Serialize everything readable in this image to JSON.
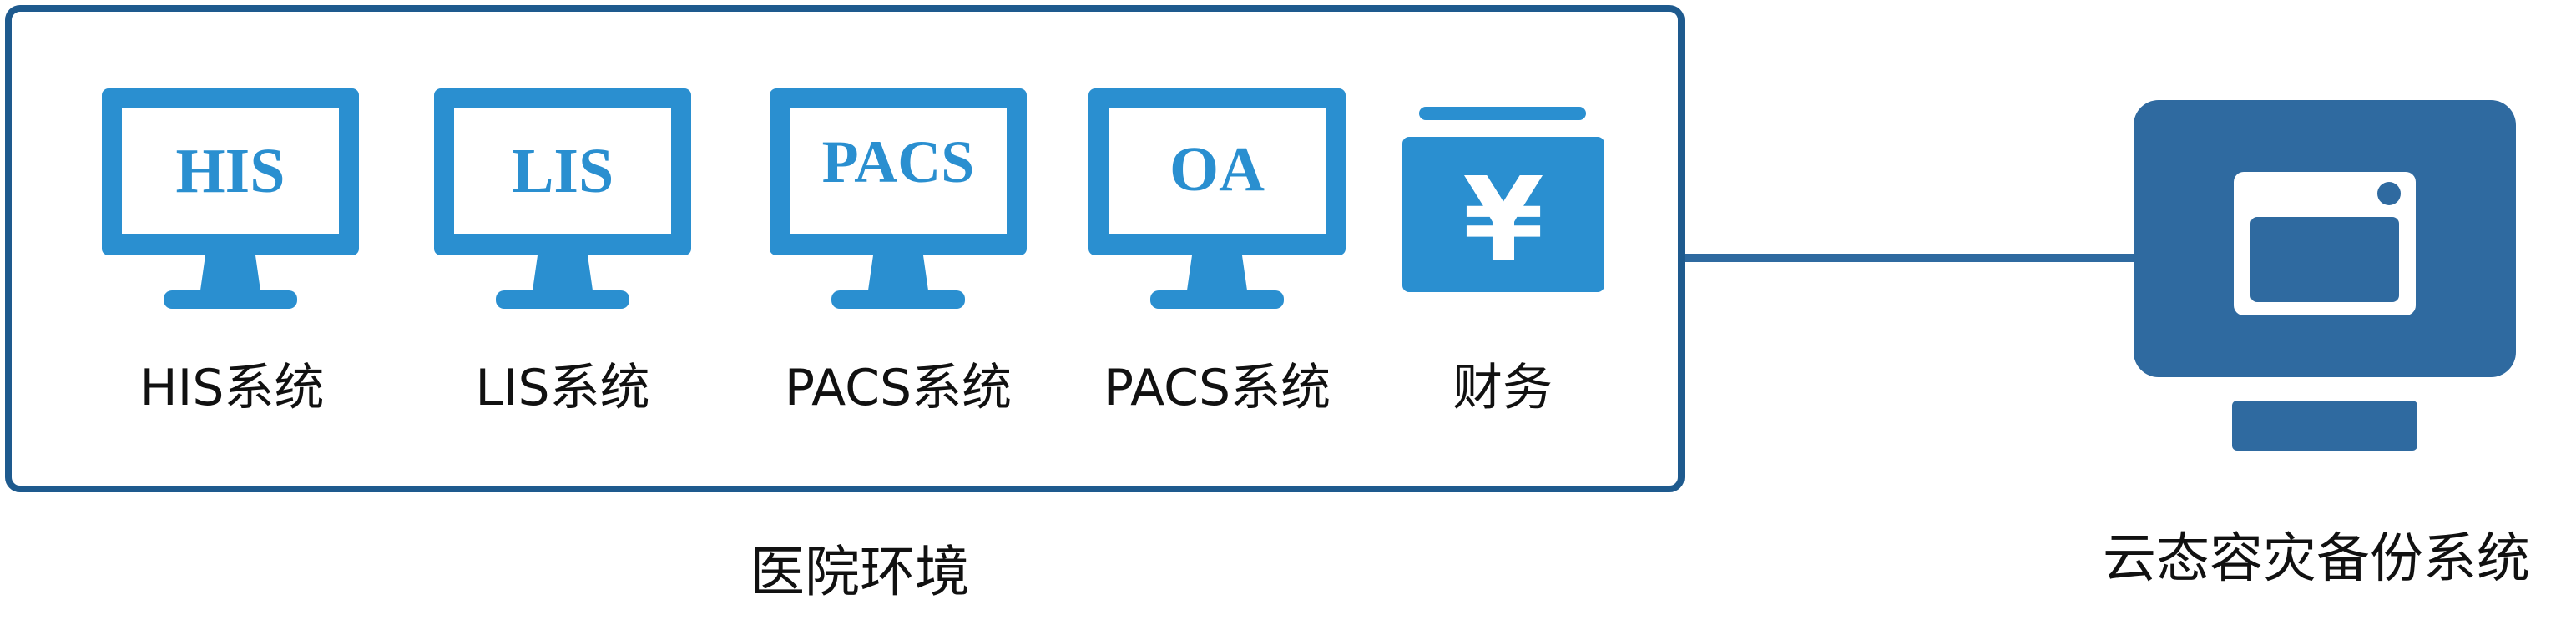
{
  "diagram": {
    "environment": {
      "caption": "医院环境",
      "systems": [
        {
          "screen_text": "HIS",
          "label": "HIS系统",
          "icon": "monitor-icon"
        },
        {
          "screen_text": "LIS",
          "label": "LIS系统",
          "icon": "monitor-icon"
        },
        {
          "screen_text": "PACS",
          "label": "PACS系统",
          "icon": "monitor-icon"
        },
        {
          "screen_text": "OA",
          "label": "PACS系统",
          "icon": "monitor-icon"
        },
        {
          "screen_text": "¥",
          "label": "财务",
          "icon": "finance-icon"
        }
      ]
    },
    "backup": {
      "label": "云态容灾备份系统",
      "icon": "backup-server-icon"
    },
    "colors": {
      "icon_blue": "#2a8fd0",
      "box_border": "#1e5a8e",
      "backup_blue": "#2f6aa0"
    }
  }
}
